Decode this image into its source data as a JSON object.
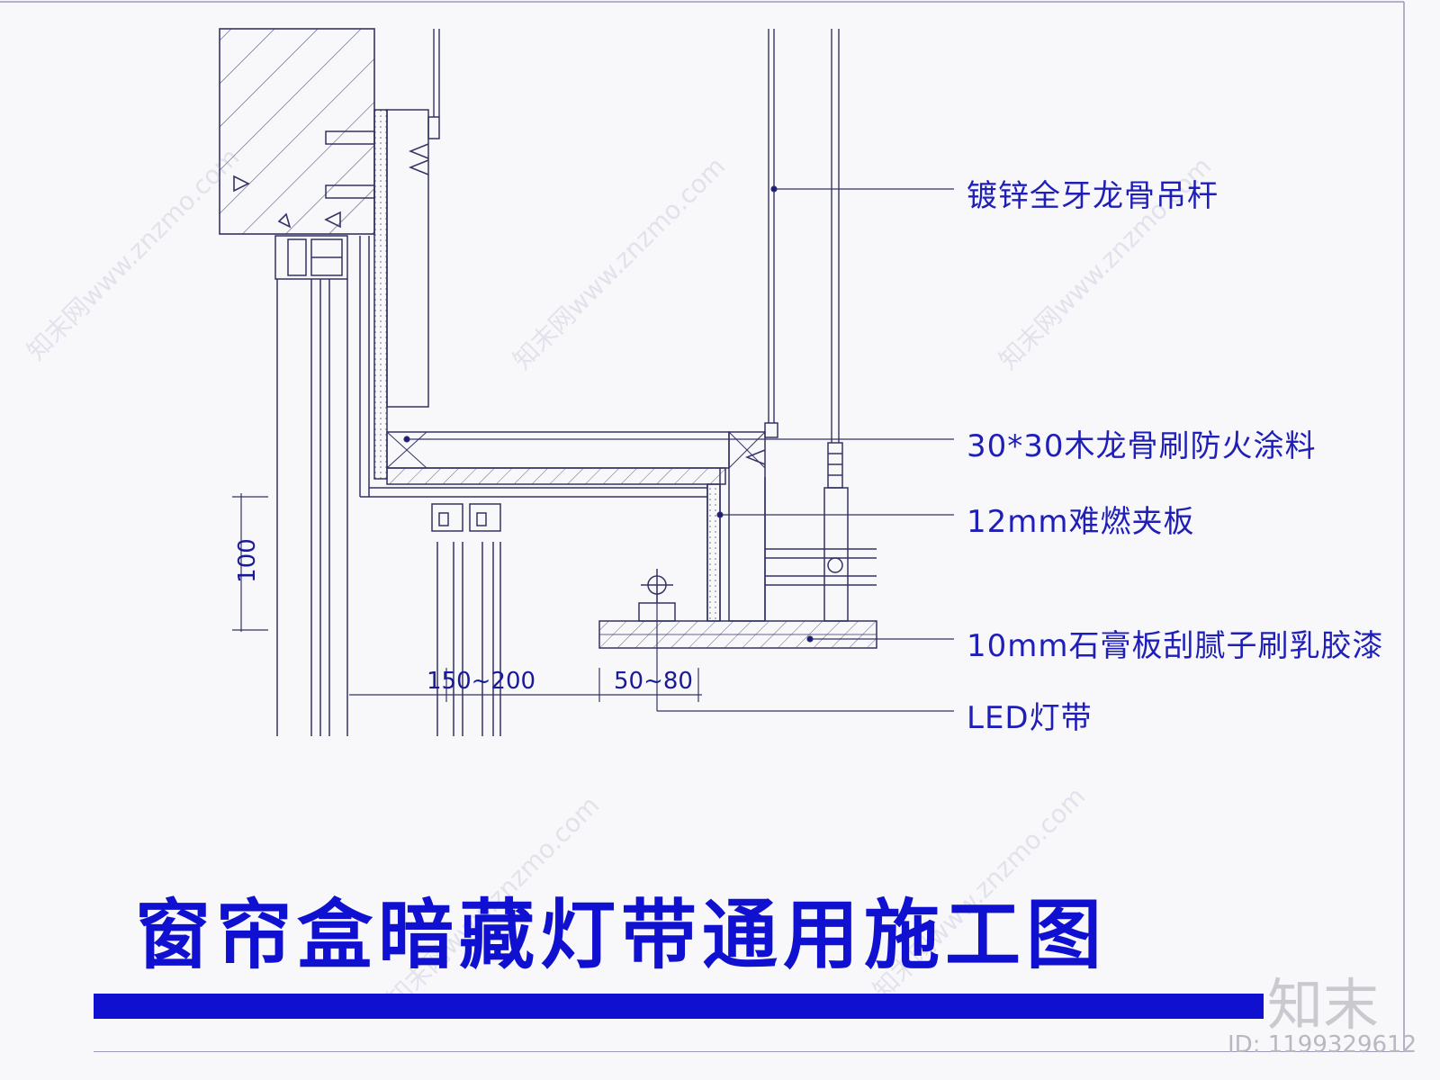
{
  "labels": [
    "镀锌全牙龙骨吊杆",
    "30*30木龙骨刷防火涂料",
    "12mm难燃夹板",
    "10mm石膏板刮腻子刷乳胶漆",
    "LED灯带"
  ],
  "dimensions": {
    "height": "100",
    "gap": "150~200",
    "offset": "50~80"
  },
  "title": "窗帘盒暗藏灯带通用施工图",
  "brand": "知末",
  "image_id": "ID: 1199329612",
  "watermark": "知末网www.znzmo.com",
  "colors": {
    "line": "#3a3a7a",
    "label": "#1f1fb8",
    "title": "#1010d0"
  }
}
